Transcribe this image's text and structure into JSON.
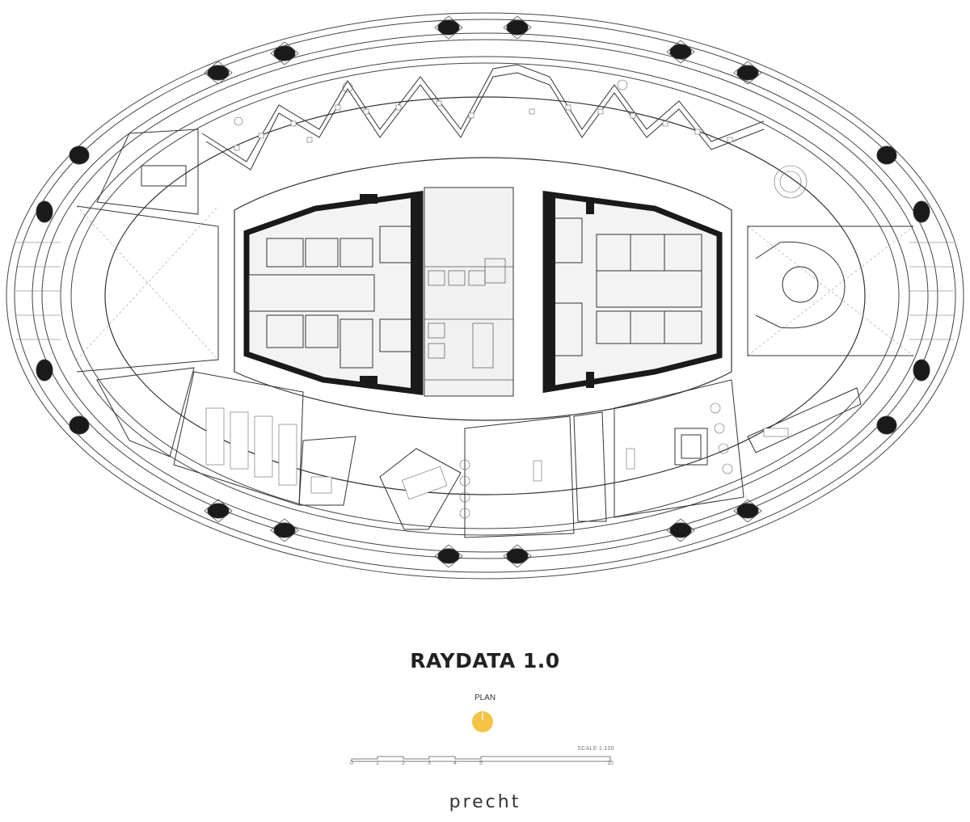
{
  "drawing": {
    "title": "RAYDATA 1.0",
    "view_label": "PLAN",
    "scale_label": "SCALE 1:100",
    "scale_ticks": [
      "0",
      "1",
      "2",
      "3",
      "4",
      "5",
      "10"
    ],
    "brand": "precht",
    "accent_color": "#F5C445",
    "line_color": "#333333",
    "wall_color": "#1a1a1a"
  }
}
